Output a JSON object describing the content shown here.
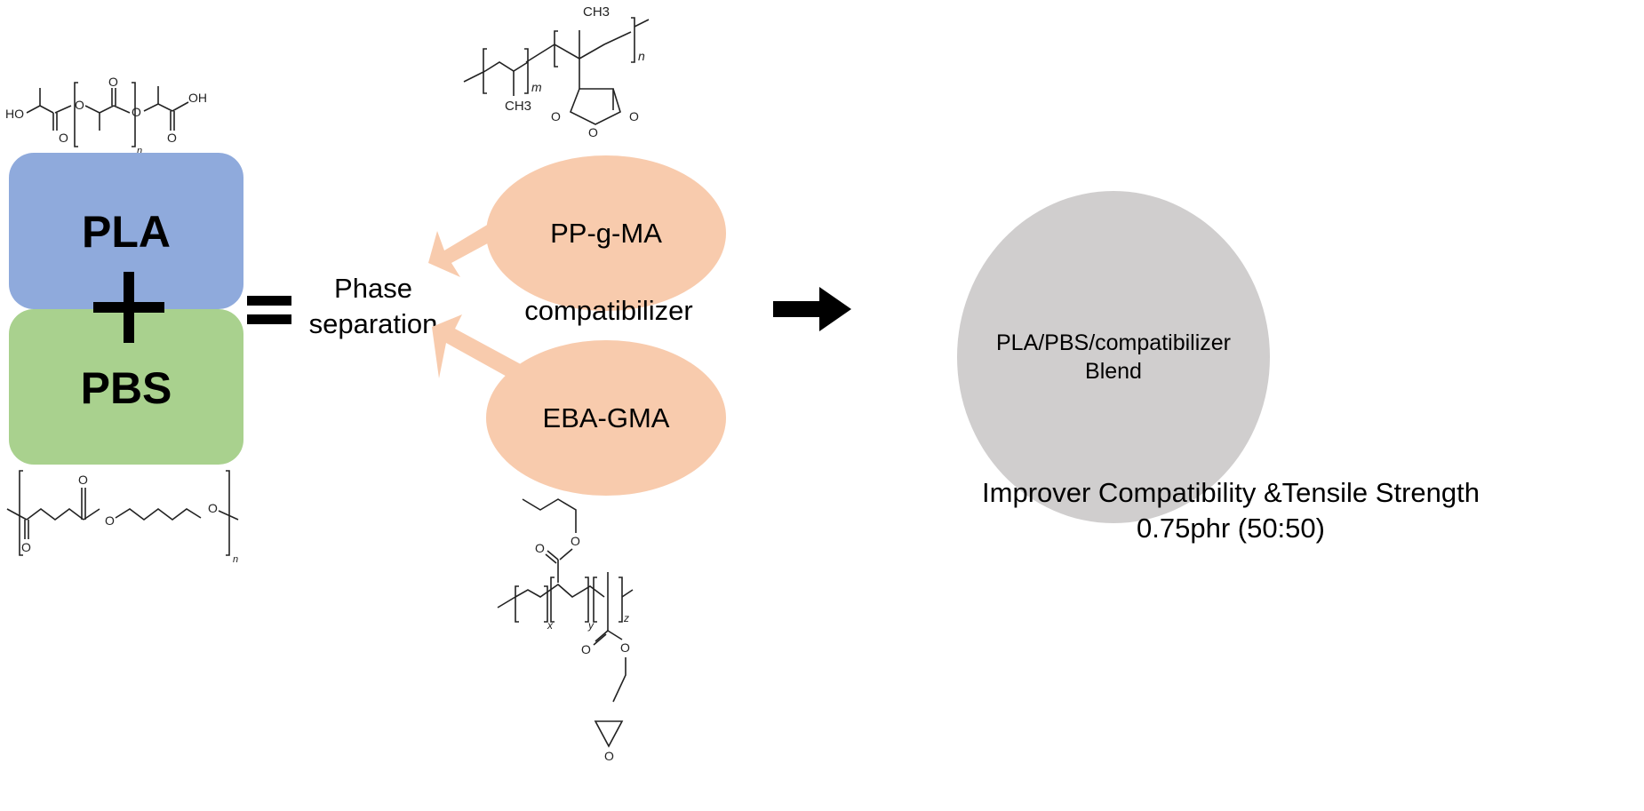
{
  "colors": {
    "pla_fill": "#8faadc",
    "pbs_fill": "#a9d18e",
    "compatibilizer_fill": "#f8cbad",
    "blend_fill": "#d0cece",
    "text": "#000000"
  },
  "pla": {
    "label": "PLA",
    "structure": {
      "ho": "HO",
      "oh": "OH",
      "o": "O",
      "repeat_subscript": "n"
    }
  },
  "pbs": {
    "label": "PBS",
    "structure": {
      "o": "O",
      "repeat_subscript": "n"
    }
  },
  "operators": {
    "plus": "+",
    "equals": "="
  },
  "phase_separation": {
    "line1": "Phase",
    "line2": "separation"
  },
  "compatibilizer_label": "compatibilizer",
  "compatibilizers": [
    {
      "label": "PP-g-MA",
      "structure": {
        "ch3_top": "CH3",
        "ch3_bottom": "CH3",
        "sub_m": "m",
        "sub_n": "n",
        "o": "O"
      }
    },
    {
      "label": "EBA-GMA",
      "structure": {
        "sub_x": "x",
        "sub_y": "y",
        "sub_z": "z",
        "o": "O"
      }
    }
  ],
  "blend": {
    "line1": "PLA/PBS/compatibilizer",
    "line2": "Blend"
  },
  "result_caption": {
    "line1": "Improver Compatibility &Tensile Strength",
    "line2": "0.75phr (50:50)"
  }
}
